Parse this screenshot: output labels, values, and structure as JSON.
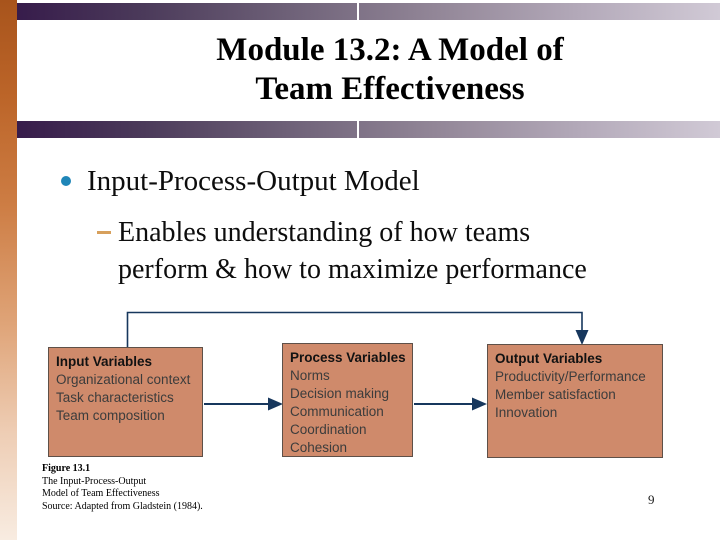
{
  "slide": {
    "title": "Module 13.2: A Model of\nTeam Effectiveness",
    "page_number": "9"
  },
  "bullets": {
    "main": "Input-Process-Output Model",
    "sub": "Enables understanding of how teams\nperform & how to maximize performance"
  },
  "diagram": {
    "boxes": [
      {
        "title": "Input Variables",
        "items": [
          "Organizational context",
          "Task characteristics",
          "Team composition"
        ]
      },
      {
        "title": "Process Variables",
        "items": [
          "Norms",
          "Decision making",
          "Communication",
          "Coordination",
          "Cohesion"
        ]
      },
      {
        "title": "Output Variables",
        "items": [
          "Productivity/Performance",
          "Member satisfaction",
          "Innovation"
        ]
      }
    ]
  },
  "caption": {
    "line1": "Figure 13.1",
    "line2": "The Input-Process-Output",
    "line3": "Model of Team Effectiveness",
    "line4": "Source: Adapted from Gladstein (1984)."
  },
  "colors": {
    "box_fill": "#cf8a6b",
    "connector_navy": "#17375d",
    "bullet_blue": "#1f86b8",
    "sub_dash_orange": "#d7a05c",
    "bar_gradient_dark": "#371c4b",
    "bar_gradient_light": "#d1cad6",
    "left_strip_orange": "#a8541c"
  }
}
